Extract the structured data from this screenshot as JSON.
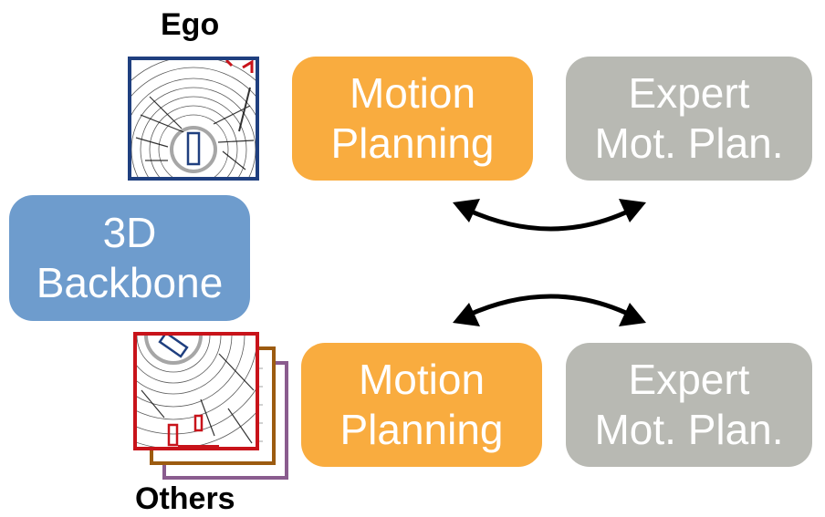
{
  "labels": {
    "ego": "Ego",
    "others": "Others"
  },
  "backbone": {
    "line1": "3D",
    "line2": "Backbone"
  },
  "top_row": {
    "planning": {
      "line1": "Motion",
      "line2": "Planning"
    },
    "expert": {
      "line1": "Expert",
      "line2": "Mot. Plan."
    }
  },
  "bottom_row": {
    "planning": {
      "line1": "Motion",
      "line2": "Planning"
    },
    "expert": {
      "line1": "Expert",
      "line2": "Mot. Plan."
    }
  },
  "colors": {
    "planning": "#F9AC3F",
    "expert": "#B8B9B3",
    "backbone": "#6E9CCD",
    "ego_frame": "#1F3F7F",
    "others_frame_1": "#C8131A",
    "others_frame_2": "#9C5B10",
    "others_frame_3": "#8A5C8E"
  },
  "icons": {
    "arrow": "double-headed-curved-arrow",
    "lidar": "lidar-bev-scan"
  }
}
